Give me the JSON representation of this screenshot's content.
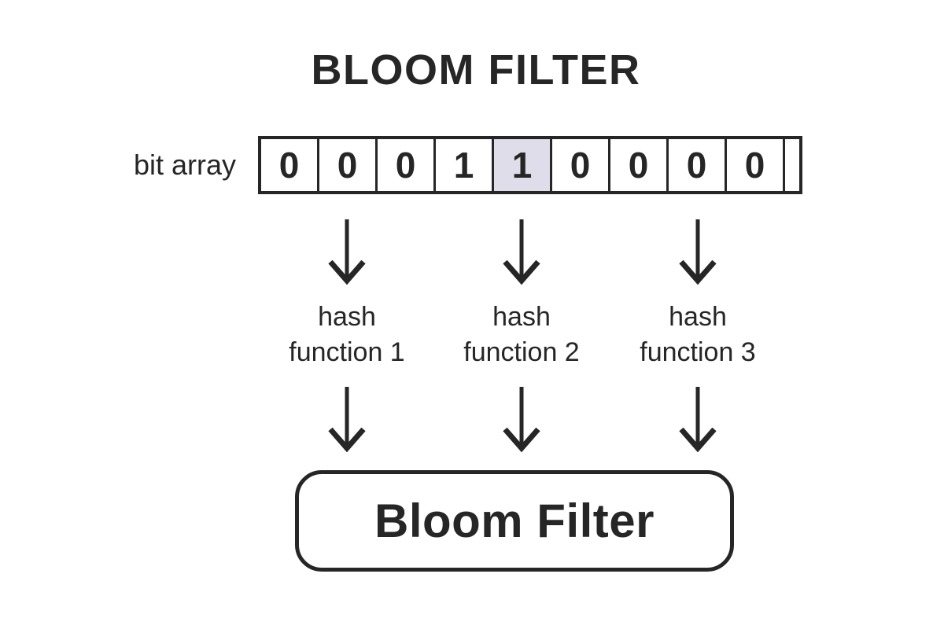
{
  "title": "BLOOM FILTER",
  "bit_array": {
    "label": "bit array",
    "cells": [
      "0",
      "0",
      "0",
      "1",
      "1",
      "0",
      "0",
      "0",
      "0"
    ],
    "highlighted_index": 4
  },
  "hash_functions": [
    {
      "line1": "hash",
      "line2": "function 1"
    },
    {
      "line1": "hash",
      "line2": "function 2"
    },
    {
      "line1": "hash",
      "line2": "function 3"
    }
  ],
  "output_box": {
    "label": "Bloom Filter"
  },
  "colors": {
    "ink": "#262626",
    "cell_highlight": "#dfdde9",
    "background": "#ffffff"
  }
}
